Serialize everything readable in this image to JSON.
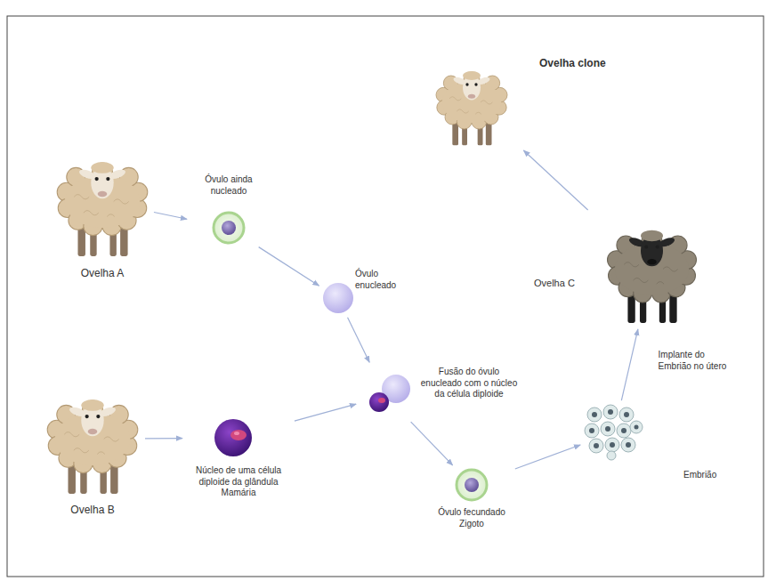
{
  "diagram": {
    "nodes": [
      {
        "text": [
          "Ovelha A"
        ]
      },
      {
        "text": [
          "Óvulo ainda nucleado"
        ]
      },
      {
        "text": [
          "Óvulo enucleado"
        ]
      },
      {
        "text": [
          "Ovelha B"
        ]
      },
      {
        "text": [
          "Núcleo de uma célula diploide da glândula Mamária"
        ]
      },
      {
        "text": [
          "Fusão do óvulo enucleado com o núcleo da célula diploide"
        ]
      },
      {
        "text": [
          "Óvulo fecundado Zigoto"
        ]
      },
      {
        "text": [
          "Embrião"
        ]
      },
      {
        "text": [
          "Ovelha C"
        ]
      },
      {
        "text": [
          "Ovelha clone"
        ]
      }
    ],
    "edges": [
      {
        "from": 0,
        "to": 1,
        "arrow": "to"
      },
      {
        "from": 1,
        "to": 2,
        "arrow": "to"
      },
      {
        "from": 2,
        "to": 5,
        "arrow": "to"
      },
      {
        "from": 3,
        "to": 4,
        "arrow": "to"
      },
      {
        "from": 4,
        "to": 5,
        "arrow": "to"
      },
      {
        "from": 5,
        "to": 6,
        "arrow": "to"
      },
      {
        "from": 6,
        "to": 7,
        "arrow": "to"
      },
      {
        "from": 7,
        "to": 8,
        "arrow": "to",
        "label": "Implante do Embrião no útero"
      },
      {
        "from": 8,
        "to": 9,
        "arrow": "to"
      }
    ]
  }
}
